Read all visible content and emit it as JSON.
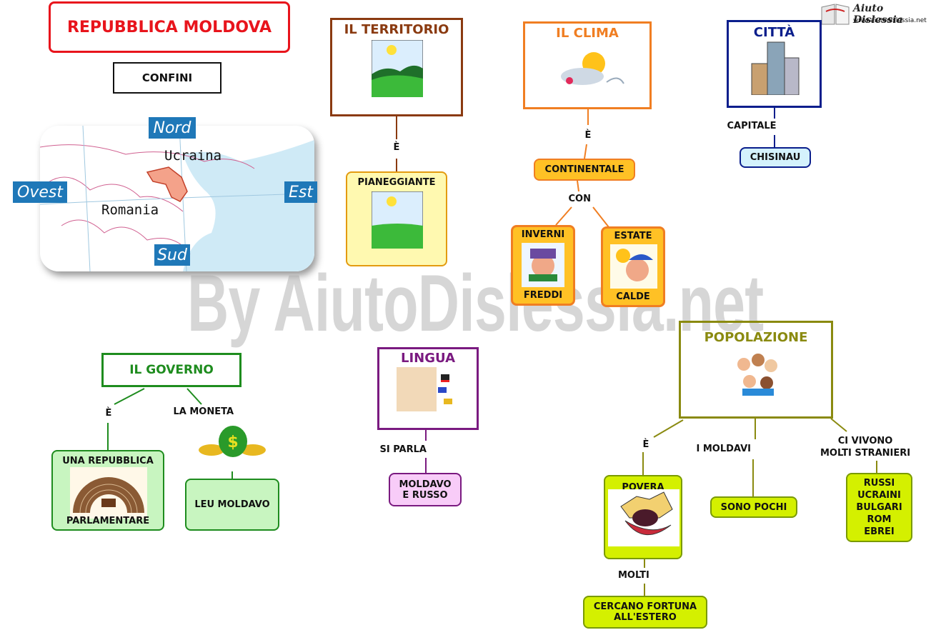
{
  "header": {
    "title": "REPUBBLICA MOLDOVA",
    "confini": "CONFINI",
    "logo_text": "Aiuto Dislessia",
    "logo_url": "www.aiutodislessia.net",
    "watermark": "By AiutoDislessia.net"
  },
  "map": {
    "nord": "Nord",
    "sud": "Sud",
    "est": "Est",
    "ovest": "Ovest",
    "ucraina": "Ucraina",
    "romania": "Romania"
  },
  "territorio": {
    "title": "IL TERRITORIO",
    "link": "È",
    "value": "PIANEGGIANTE"
  },
  "clima": {
    "title": "IL CLIMA",
    "link": "È",
    "value": "CONTINENTALE",
    "link2": "CON",
    "inverni_top": "INVERNI",
    "inverni_bottom": "FREDDI",
    "estate_top": "ESTATE",
    "estate_bottom": "CALDE"
  },
  "citta": {
    "title": "CITTÀ",
    "link": "CAPITALE",
    "value": "CHISINAU"
  },
  "governo": {
    "title": "IL GOVERNO",
    "link": "È",
    "moneta_link": "LA MONETA",
    "rep_top": "UNA REPUBBLICA",
    "rep_bottom": "PARLAMENTARE",
    "moneta_value": "LEU MOLDAVO"
  },
  "lingua": {
    "title": "LINGUA",
    "link": "SI PARLA",
    "value_line1": "MOLDAVO",
    "value_line2": "E RUSSO"
  },
  "popolazione": {
    "title": "POPOLAZIONE",
    "link_e": "È",
    "link_moldavi": "I MOLDAVI",
    "link_stranieri_1": "CI VIVONO",
    "link_stranieri_2": "MOLTI STRANIERI",
    "povera": "POVERA",
    "link_molti": "MOLTI",
    "fortuna_1": "CERCANO FORTUNA",
    "fortuna_2": "ALL'ESTERO",
    "pochi": "SONO POCHI",
    "stranieri": [
      "RUSSI",
      "UCRAINI",
      "BULGARI",
      "ROM",
      "EBREI"
    ]
  },
  "colors": {
    "title_red": "#e8141c",
    "territorio_brown": "#8a3a10",
    "clima_orange": "#f07e22",
    "citta_blue": "#0a1e8c",
    "governo_green": "#1e8c1e",
    "lingua_purple": "#7a1a80",
    "popolazione_olive": "#8a8a10",
    "lime": "#d4f000"
  }
}
